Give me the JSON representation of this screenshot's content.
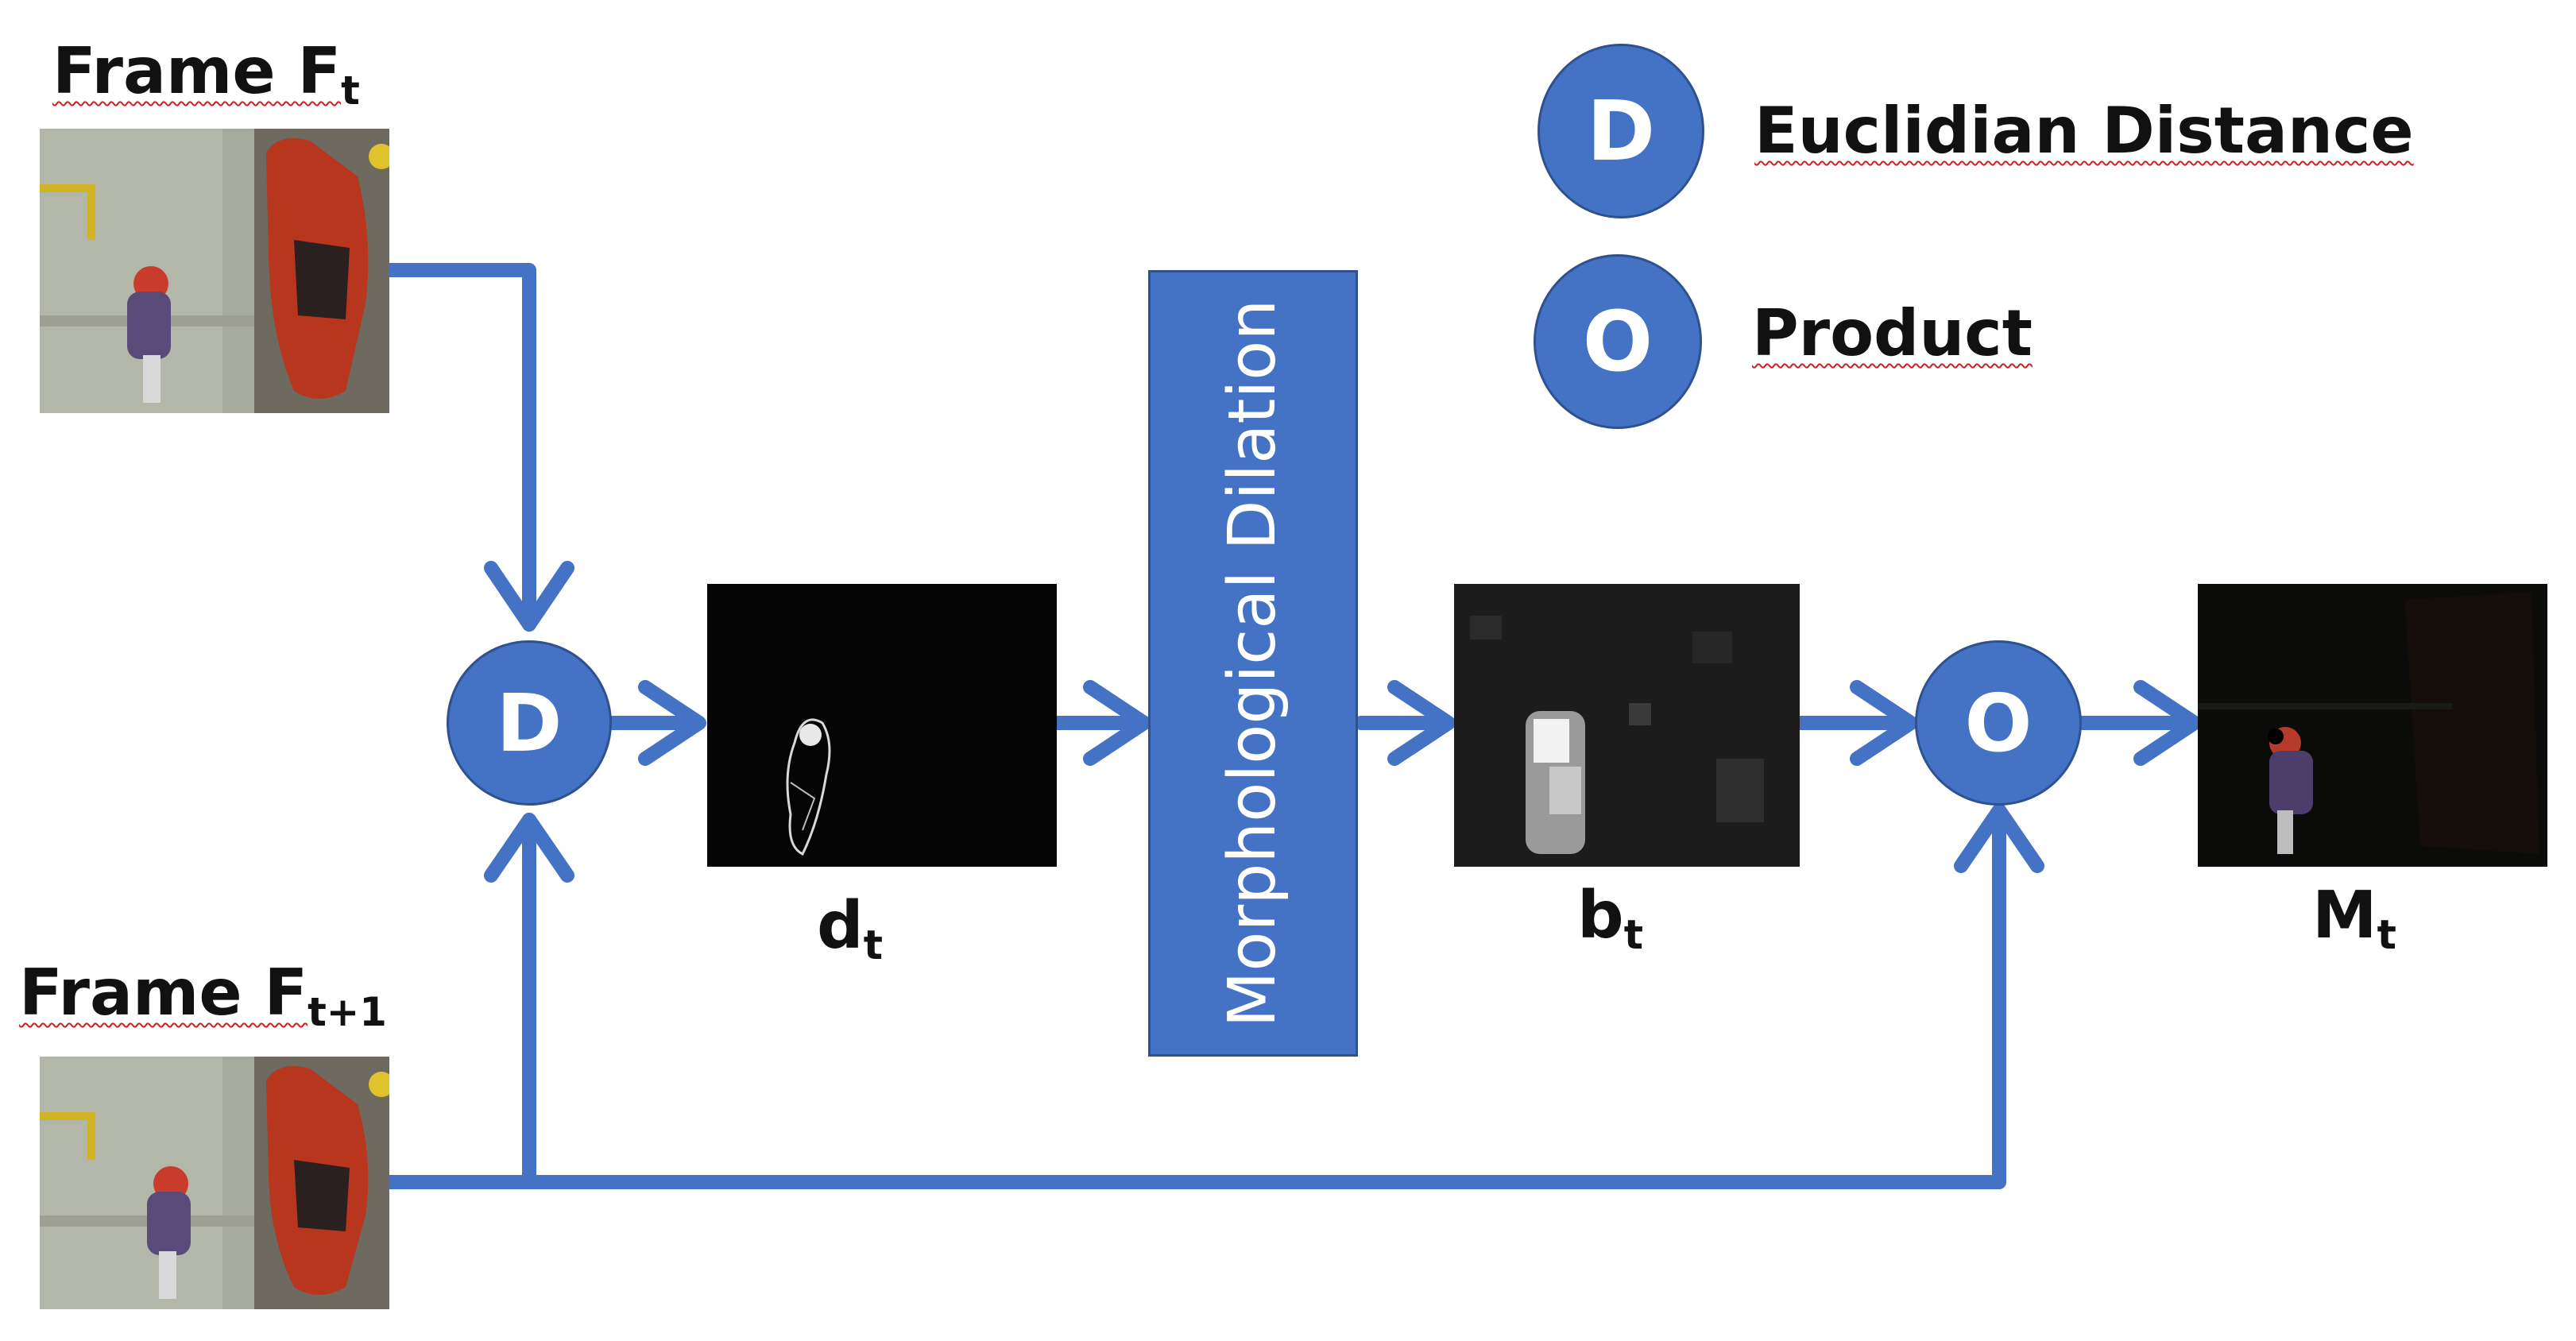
{
  "frames": {
    "top": {
      "label": "Frame F",
      "sub": "t"
    },
    "bottom": {
      "label": "Frame F",
      "sub": "t+1"
    }
  },
  "nodes": {
    "distance": {
      "symbol": "D"
    },
    "product": {
      "symbol": "O"
    }
  },
  "legend": {
    "distance": {
      "symbol": "D",
      "text": "Euclidian Distance"
    },
    "product": {
      "symbol": "O",
      "text": "Product"
    }
  },
  "dilation_box": {
    "text": "Morphological Dilation"
  },
  "outputs": {
    "d": {
      "main": "d",
      "sub": "t"
    },
    "b": {
      "main": "b",
      "sub": "t"
    },
    "M": {
      "main": "M",
      "sub": "t"
    }
  },
  "colors": {
    "accent": "#4472c4",
    "accent_border": "#2f528f"
  }
}
